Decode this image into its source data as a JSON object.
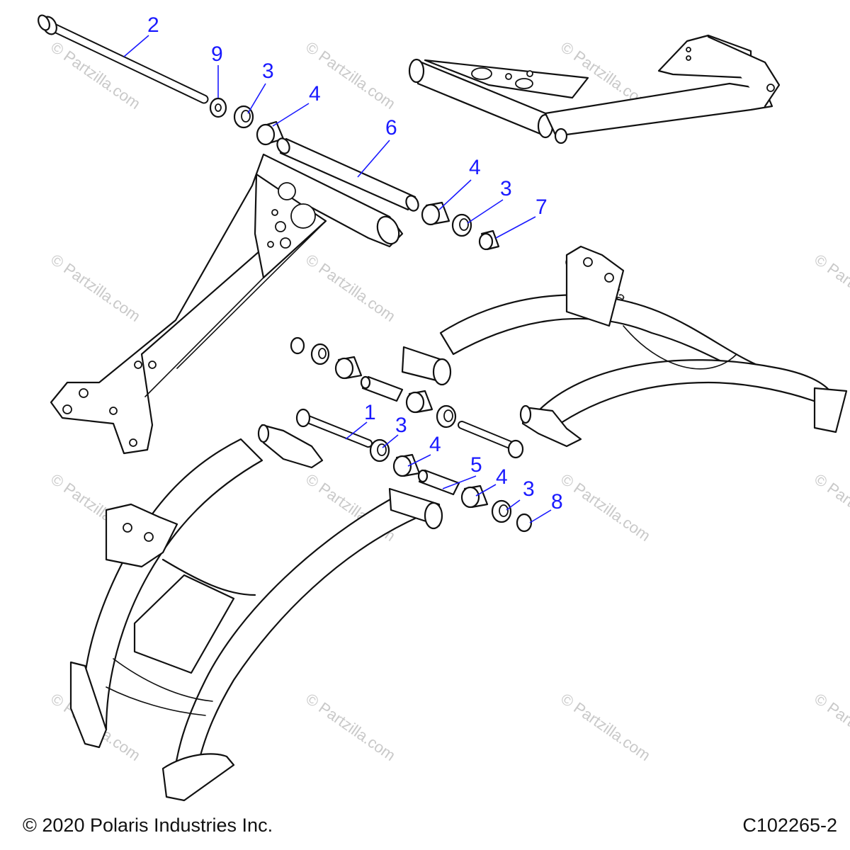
{
  "diagram": {
    "callouts": [
      {
        "key": "c2",
        "label": "2"
      },
      {
        "key": "c9",
        "label": "9"
      },
      {
        "key": "c3a",
        "label": "3"
      },
      {
        "key": "c4a",
        "label": "4"
      },
      {
        "key": "c6",
        "label": "6"
      },
      {
        "key": "c4b",
        "label": "4"
      },
      {
        "key": "c3b",
        "label": "3"
      },
      {
        "key": "c7",
        "label": "7"
      },
      {
        "key": "c1",
        "label": "1"
      },
      {
        "key": "c3c",
        "label": "3"
      },
      {
        "key": "c4c",
        "label": "4"
      },
      {
        "key": "c5",
        "label": "5"
      },
      {
        "key": "c4d",
        "label": "4"
      },
      {
        "key": "c3d",
        "label": "3"
      },
      {
        "key": "c8",
        "label": "8"
      }
    ],
    "watermark": "© Partzilla.com",
    "accent_color": "#1a1aff"
  },
  "footer": {
    "copyright": "© 2020 Polaris Industries Inc.",
    "diagram_code": "C102265-2"
  }
}
